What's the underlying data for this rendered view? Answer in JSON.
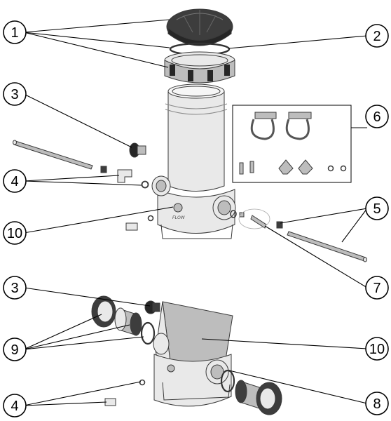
{
  "diagram": {
    "callouts": [
      {
        "id": "c1",
        "label": "1"
      },
      {
        "id": "c2",
        "label": "2"
      },
      {
        "id": "c3a",
        "label": "3"
      },
      {
        "id": "c4a",
        "label": "4"
      },
      {
        "id": "c10a",
        "label": "10"
      },
      {
        "id": "c6",
        "label": "6"
      },
      {
        "id": "c5",
        "label": "5"
      },
      {
        "id": "c7",
        "label": "7"
      },
      {
        "id": "c3b",
        "label": "3"
      },
      {
        "id": "c9",
        "label": "9"
      },
      {
        "id": "c10b",
        "label": "10"
      },
      {
        "id": "c4b",
        "label": "4"
      },
      {
        "id": "c8",
        "label": "8"
      }
    ],
    "flow_marking": "FLOW"
  }
}
